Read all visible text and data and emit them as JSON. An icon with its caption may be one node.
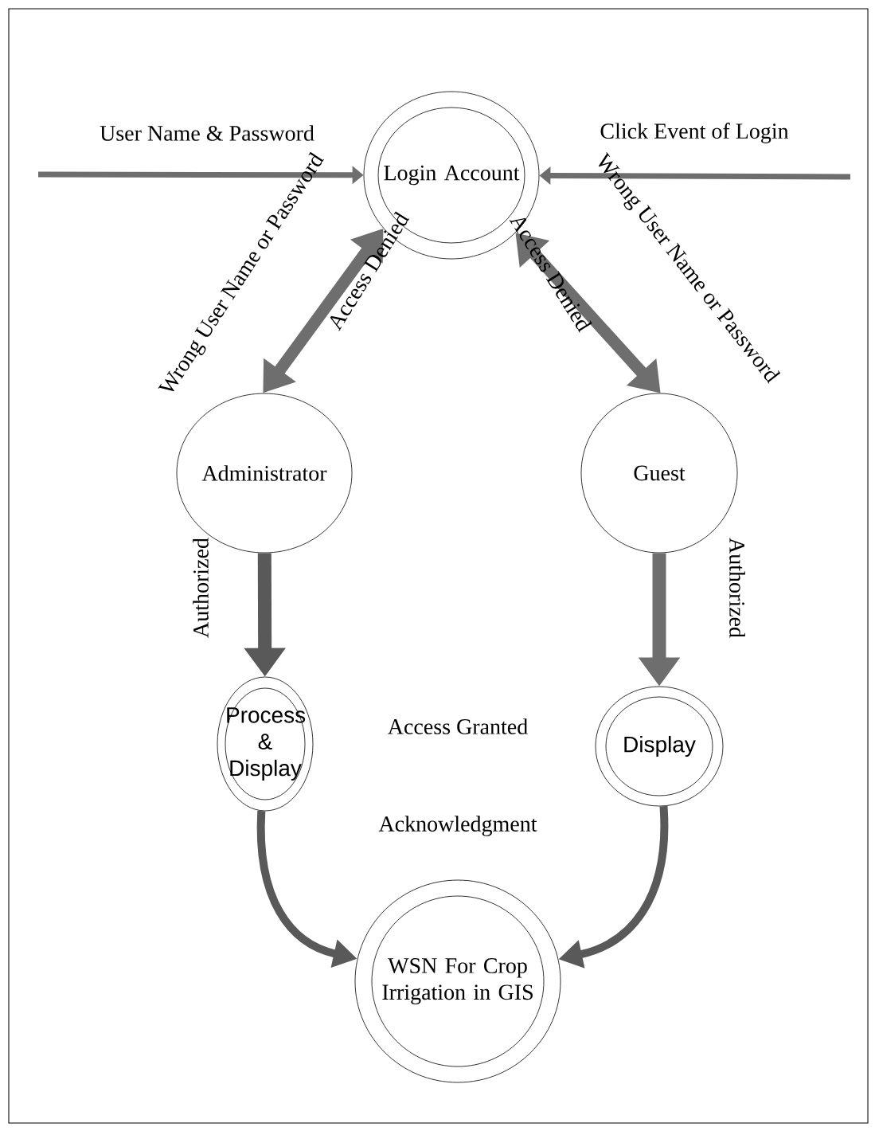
{
  "diagram": {
    "nodes": [
      {
        "text": [
          "Login Account"
        ]
      },
      {
        "text": [
          "Administrator"
        ]
      },
      {
        "text": [
          "Guest"
        ]
      },
      {
        "text": [
          "Process & Display"
        ]
      },
      {
        "text": [
          "Display"
        ]
      },
      {
        "text": [
          "WSN For Crop Irrigation in GIS"
        ]
      }
    ],
    "edges": [
      {
        "from": null,
        "to": 0,
        "arrow": "to",
        "label": "User Name & Password"
      },
      {
        "from": null,
        "to": 0,
        "arrow": "to",
        "label": "Click Event of Login"
      },
      {
        "from": 1,
        "to": 0,
        "arrow": "both",
        "label": "Access Denied"
      },
      {
        "from": 0,
        "to": 2,
        "arrow": "both",
        "label": "Access Denied"
      },
      {
        "from": 1,
        "to": 3,
        "arrow": "to",
        "label": "Authorized"
      },
      {
        "from": 2,
        "to": 4,
        "arrow": "to",
        "label": "Authorized"
      },
      {
        "from": 3,
        "to": 5,
        "arrow": "to"
      },
      {
        "from": 4,
        "to": 5,
        "arrow": "to"
      }
    ],
    "labels": [
      "Wrong User Name  or Password",
      "Wrong User Name  or Password",
      "Access Granted",
      "Acknowledgment"
    ]
  }
}
